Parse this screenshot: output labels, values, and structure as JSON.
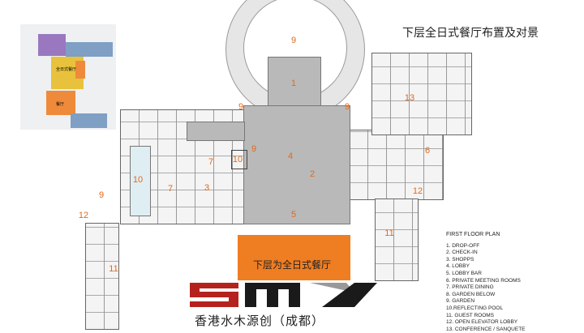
{
  "title": "下层全日式餐厅布置及对景",
  "thumbnail": {
    "labels": [
      "全日式餐厅",
      "餐厅"
    ]
  },
  "plan_numbers": {
    "n1": "1",
    "n2": "2",
    "n3": "3",
    "n4": "4",
    "n5": "5",
    "n6": "6",
    "n7": "7",
    "n9": "9",
    "n10": "10",
    "n11": "11",
    "n12": "12",
    "n13": "13"
  },
  "callout": "下层为全日式餐厅",
  "legend": {
    "title": "FIRST FLOOR PLAN",
    "items": [
      "1. DROP-OFF",
      "2. CHECK-IN",
      "3. SHOPPS",
      "4. LOBBY",
      "5. LOBBY BAR",
      "6. PRIVATE MEETING ROOMS",
      "7. PRIVATE DINING",
      "8. GARDEN BELOW",
      "9. GARDEN",
      "10.REFLECTING POOL",
      "11. GUEST ROOMS",
      "12. OPEN ELEVATOR LOBBY",
      "13. CONFERENCE / SANQUETE"
    ]
  },
  "logo": {
    "mark": "SMY",
    "company": "香港水木源创（成都）"
  },
  "colors": {
    "accent": "#ef7d22",
    "logo_red": "#b5221e",
    "number": "#e06a1a"
  }
}
